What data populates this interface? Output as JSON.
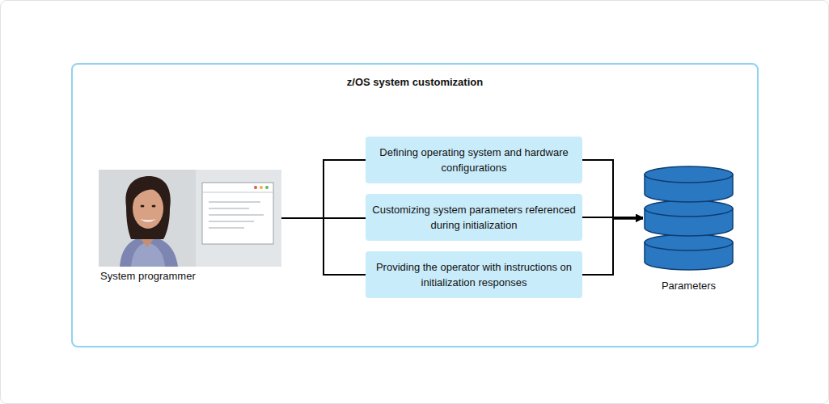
{
  "diagram": {
    "nodes": [
      {
        "text": [
          "z/OS system customization"
        ]
      },
      {
        "text": [
          "System programmer"
        ],
        "in": 0
      },
      {
        "text": [
          "Defining operating system and hardware configurations"
        ],
        "in": 0
      },
      {
        "text": [
          "Customizing system parameters referenced during initialization"
        ],
        "in": 0
      },
      {
        "text": [
          "Providing the operator with instructions on initialization responses"
        ],
        "in": 0
      },
      {
        "text": [
          "Parameters"
        ],
        "in": 0
      }
    ],
    "edges": [
      {
        "from": 1,
        "to": 2,
        "arrow": "none"
      },
      {
        "from": 1,
        "to": 3,
        "arrow": "none"
      },
      {
        "from": 1,
        "to": 4,
        "arrow": "none"
      },
      {
        "from": 2,
        "to": 5,
        "arrow": "to"
      },
      {
        "from": 3,
        "to": 5,
        "arrow": "to"
      },
      {
        "from": 4,
        "to": 5,
        "arrow": "to"
      }
    ]
  }
}
